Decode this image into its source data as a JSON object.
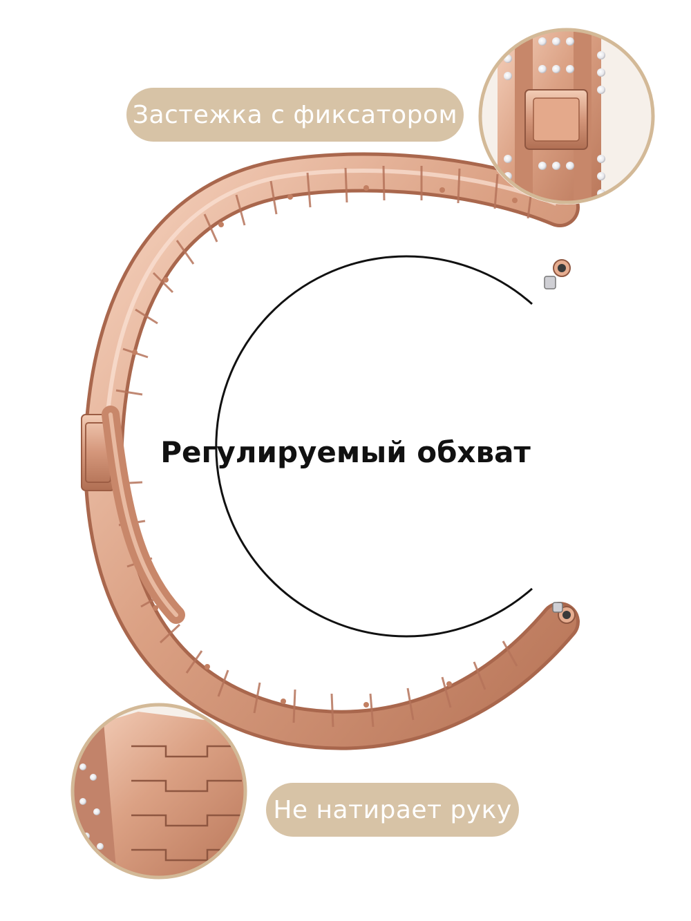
{
  "labels": {
    "clasp": "Застежка с фиксатором",
    "adjustable": "Регулируемый обхват",
    "comfort": "Не натирает руку"
  },
  "colors": {
    "pill_background": "#d7c3a6",
    "pill_text": "#ffffff",
    "metal_light": "#f1c7ad",
    "metal_mid": "#d99a7c",
    "metal_dark": "#a9674d",
    "circle_border": "#d3b997"
  },
  "icons": {
    "bracelet": "rose-gold-link-bracelet",
    "clasp_detail": "clasp-closeup-image",
    "inner_detail": "inner-links-closeup-image"
  }
}
